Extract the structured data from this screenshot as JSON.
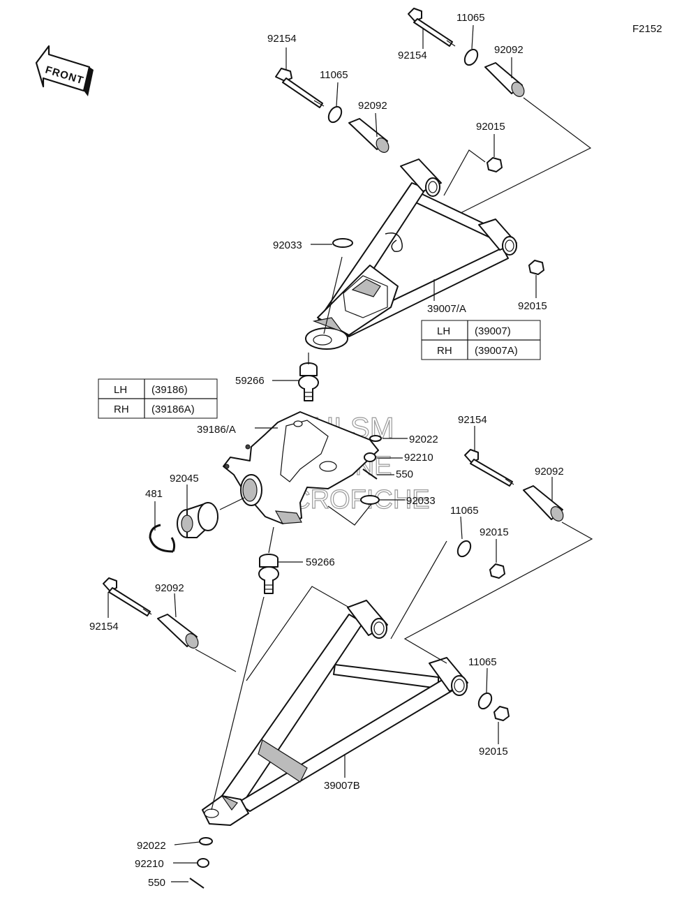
{
  "figure_id": "F2152",
  "front_label": "FRONT",
  "labels": {
    "l1": "92154",
    "l2": "11065",
    "l3": "92092",
    "l4": "92154",
    "l5": "11065",
    "l6": "92092",
    "l7": "92015",
    "l8": "92033",
    "l9": "92015",
    "l10": "39007/A",
    "l11": "59266",
    "l12": "39186/A",
    "l13": "92022",
    "l14": "92210",
    "l15": "550",
    "l16": "92033",
    "l17": "92045",
    "l18": "481",
    "l19": "59266",
    "l20": "92154",
    "l21": "92092",
    "l22": "11065",
    "l23": "92015",
    "l24": "92154",
    "l25": "92092",
    "l26": "11065",
    "l27": "92015",
    "l28": "39007B",
    "l29": "92022",
    "l30": "92210",
    "l31": "550"
  },
  "table_arm": [
    {
      "side": "LH",
      "part": "(39007)"
    },
    {
      "side": "RH",
      "part": "(39007A)"
    }
  ],
  "table_knuckle": [
    {
      "side": "LH",
      "part": "(39186)"
    },
    {
      "side": "RH",
      "part": "(39186A)"
    }
  ],
  "watermark": [
    "HLSM",
    "ONLINE",
    "MICROFICHE"
  ]
}
